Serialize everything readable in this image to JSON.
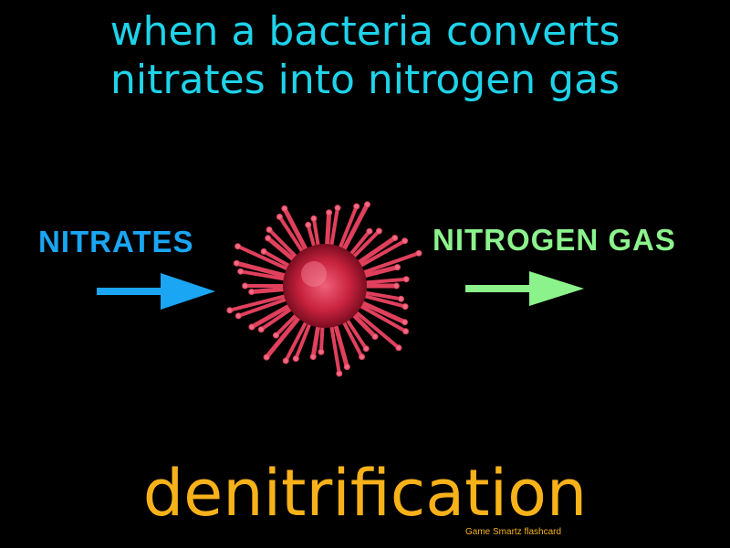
{
  "definition": {
    "line1": "when a bacteria converts",
    "line2": "nitrates into nitrogen gas"
  },
  "diagram": {
    "input_label": "NITRATES",
    "output_label": "NITROGEN GAS",
    "input_arrow_icon": "right-arrow-icon",
    "output_arrow_icon": "right-arrow-icon",
    "organism_icon": "bacterium-icon"
  },
  "term": "denitrification",
  "credit": "Game Smartz flashcard",
  "colors": {
    "background": "#000000",
    "definition": "#1ed3ea",
    "input": "#1aa6f3",
    "output": "#8cf38c",
    "term": "#f7b21a",
    "organism": "#d8304a"
  }
}
